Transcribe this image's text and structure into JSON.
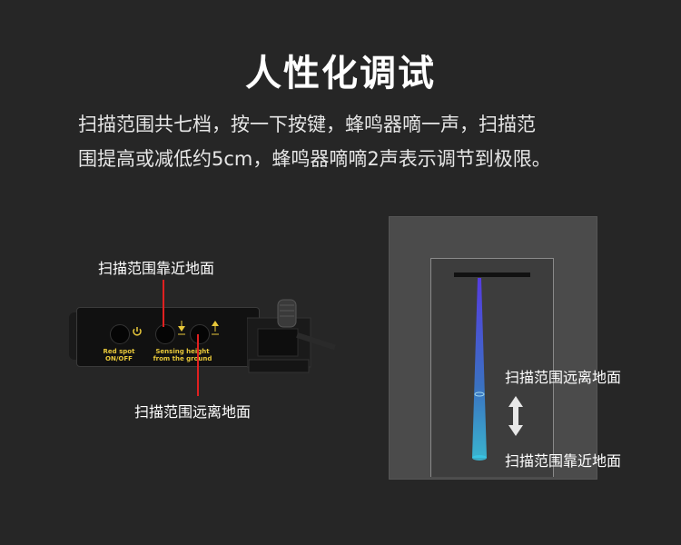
{
  "title": "人性化调试",
  "description_line1": "扫描范围共七档，按一下按键，蜂鸣器嘀一声，扫描范",
  "description_line2": "围提高或减低约5cm，蜂鸣器嘀嘀2声表示调节到极限。",
  "device": {
    "label_near": "扫描范围靠近地面",
    "label_far": "扫描范围远离地面",
    "red_spot_line1": "Red spot",
    "red_spot_line2": "ON/OFF",
    "sensing_line1": "Sensing height",
    "sensing_line2": "from the ground"
  },
  "panel": {
    "label_far": "扫描范围远离地面",
    "label_near": "扫描范围靠近地面"
  },
  "colors": {
    "background": "#262626",
    "accent_red": "#e02020",
    "beam_top": "#5a3cff",
    "beam_bottom": "#3ac8e8",
    "device_text": "#e8c83a"
  }
}
